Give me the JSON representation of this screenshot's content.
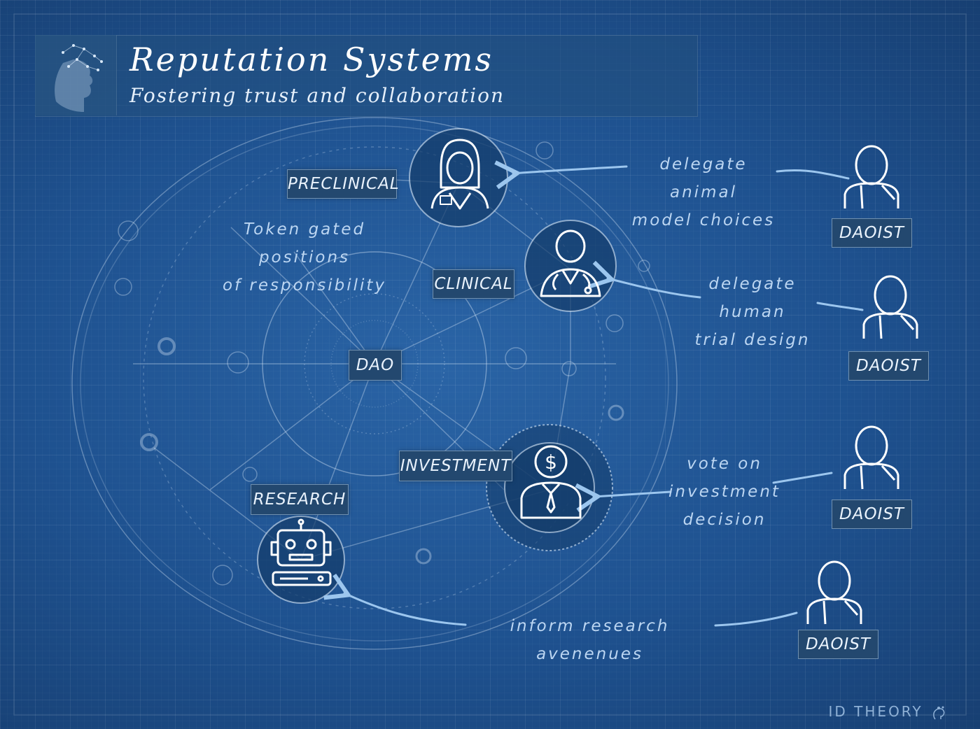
{
  "header": {
    "title": "Reputation Systems",
    "subtitle": "Fostering trust and collaboration"
  },
  "nodes": {
    "dao": "DAO",
    "preclinical": "PRECLINICAL",
    "clinical": "CLINICAL",
    "investment": "INVESTMENT",
    "research": "RESEARCH"
  },
  "notes": {
    "token_line1": "Token gated positions",
    "token_line2": "of responsibility",
    "animal_line1": "delegate animal",
    "animal_line2": "model choices",
    "human_line1": "delegate human",
    "human_line2": "trial design",
    "vote_line1": "vote on",
    "vote_line2": "investment",
    "vote_line3": "decision",
    "inform": "inform research avenenues"
  },
  "daoists": [
    "DAOIST",
    "DAOIST",
    "DAOIST",
    "DAOIST"
  ],
  "footer": {
    "brand": "ID THEORY"
  },
  "colors": {
    "background": "#1e4f8c",
    "line": "#cfe1f7",
    "arrow": "#9cc6ee"
  }
}
